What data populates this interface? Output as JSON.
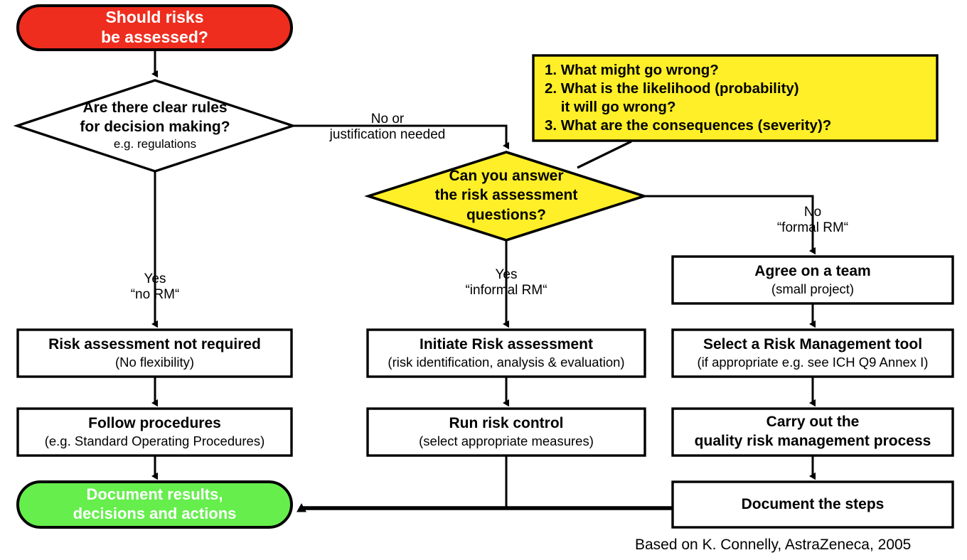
{
  "colors": {
    "start_fill": "#ee2d1e",
    "end_fill": "#66ee4d",
    "decision_fill": "#ffef28",
    "callout_fill": "#ffef28",
    "process_fill": "#ffffff",
    "stroke": "#000000",
    "terminal_text": "#ffffff",
    "body_text": "#000000"
  },
  "nodes": {
    "start": {
      "label": "Should risks\nbe assessed?",
      "line1": "Should risks",
      "line2": "be assessed?",
      "shape": "terminator"
    },
    "decision_rules": {
      "line1": "Are there clear rules",
      "line2": "for decision making?",
      "sub": "e.g. regulations",
      "shape": "diamond"
    },
    "decision_questions": {
      "line1": "Can you answer",
      "line2": "the risk assessment",
      "line3": "questions?",
      "shape": "diamond"
    },
    "no_assessment": {
      "title": "Risk assessment not required",
      "sub": "(No flexibility)",
      "shape": "process"
    },
    "follow_procedures": {
      "title": "Follow procedures",
      "sub": "(e.g. Standard Operating Procedures)",
      "shape": "process"
    },
    "initiate_assessment": {
      "title": "Initiate Risk assessment",
      "sub": "(risk identification, analysis & evaluation)",
      "shape": "process"
    },
    "run_risk_control": {
      "title": "Run risk control",
      "sub": "(select appropriate measures)",
      "shape": "process"
    },
    "agree_team": {
      "title": "Agree on a team",
      "sub": "(small project)",
      "shape": "process"
    },
    "select_tool": {
      "title": "Select a Risk Management tool",
      "sub": "(if appropriate e.g. see ICH Q9 Annex I)",
      "shape": "process"
    },
    "carry_out": {
      "line1": "Carry out the",
      "line2": "quality risk management process",
      "shape": "process"
    },
    "document_steps": {
      "title": "Document the steps",
      "shape": "process"
    },
    "document_results": {
      "line1": "Document results,",
      "line2": "decisions and actions",
      "shape": "terminator"
    }
  },
  "callout": {
    "items": [
      "1. What might go wrong?",
      "2. What is the likelihood (probability)",
      "    it will go wrong?",
      "3. What are the consequences (severity)?"
    ]
  },
  "edge_labels": {
    "no_or_justification": {
      "line1": "No or",
      "line2": "justification needed"
    },
    "yes_no_rm": {
      "line1": "Yes",
      "line2": "“no RM“"
    },
    "yes_informal_rm": {
      "line1": "Yes",
      "line2": "“informal RM“"
    },
    "no_formal_rm": {
      "line1": "No",
      "line2": "“formal RM“"
    }
  },
  "credit": {
    "text": "Based on K. Connelly, AstraZeneca, 2005"
  }
}
